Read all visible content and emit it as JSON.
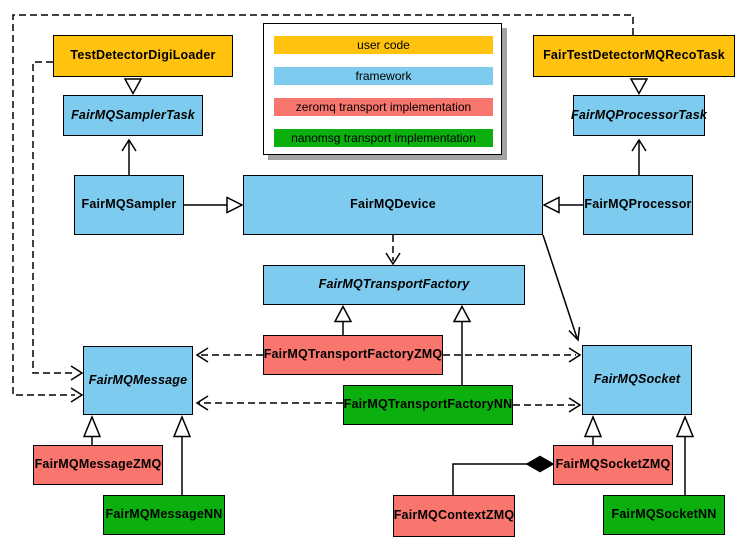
{
  "legend": {
    "items": [
      {
        "label": "user code",
        "color": "#FFC20E",
        "category": "user"
      },
      {
        "label": "framework",
        "color": "#7DCBEE",
        "category": "framework"
      },
      {
        "label": "zeromq transport implementation",
        "color": "#F8766D",
        "category": "zeromq"
      },
      {
        "label": "nanomsg transport implementation",
        "color": "#0BB00F",
        "category": "nanomsg"
      }
    ]
  },
  "nodes": [
    {
      "label": "TestDetectorDigiLoader",
      "category": "user",
      "abstract": false
    },
    {
      "label": "FairTestDetectorMQRecoTask",
      "category": "user",
      "abstract": false
    },
    {
      "label": "FairMQSamplerTask",
      "category": "framework",
      "abstract": true
    },
    {
      "label": "FairMQProcessorTask",
      "category": "framework",
      "abstract": true
    },
    {
      "label": "FairMQSampler",
      "category": "framework",
      "abstract": false
    },
    {
      "label": "FairMQDevice",
      "category": "framework",
      "abstract": false
    },
    {
      "label": "FairMQProcessor",
      "category": "framework",
      "abstract": false
    },
    {
      "label": "FairMQTransportFactory",
      "category": "framework",
      "abstract": true
    },
    {
      "label": "FairMQTransportFactoryZMQ",
      "category": "zeromq",
      "abstract": false
    },
    {
      "label": "FairMQTransportFactoryNN",
      "category": "nanomsg",
      "abstract": false
    },
    {
      "label": "FairMQMessage",
      "category": "framework",
      "abstract": true
    },
    {
      "label": "FairMQSocket",
      "category": "framework",
      "abstract": true
    },
    {
      "label": "FairMQMessageZMQ",
      "category": "zeromq",
      "abstract": false
    },
    {
      "label": "FairMQMessageNN",
      "category": "nanomsg",
      "abstract": false
    },
    {
      "label": "FairMQSocketZMQ",
      "category": "zeromq",
      "abstract": false
    },
    {
      "label": "FairMQSocketNN",
      "category": "nanomsg",
      "abstract": false
    },
    {
      "label": "FairMQContextZMQ",
      "category": "zeromq",
      "abstract": false
    }
  ],
  "edges": [
    {
      "from": "TestDetectorDigiLoader",
      "to": "FairMQSamplerTask",
      "kind": "inheritance-triangle"
    },
    {
      "from": "FairTestDetectorMQRecoTask",
      "to": "FairMQProcessorTask",
      "kind": "inheritance-triangle"
    },
    {
      "from": "FairMQSampler",
      "to": "FairMQSamplerTask",
      "kind": "association-arrow"
    },
    {
      "from": "FairMQProcessor",
      "to": "FairMQProcessorTask",
      "kind": "association-arrow"
    },
    {
      "from": "FairMQSampler",
      "to": "FairMQDevice",
      "kind": "inheritance-triangle"
    },
    {
      "from": "FairMQProcessor",
      "to": "FairMQDevice",
      "kind": "inheritance-triangle"
    },
    {
      "from": "FairMQDevice",
      "to": "FairMQTransportFactory",
      "kind": "dashed-dependency"
    },
    {
      "from": "FairMQDevice",
      "to": "FairMQSocket",
      "kind": "association-arrow"
    },
    {
      "from": "TestDetectorDigiLoader",
      "to": "FairMQMessage",
      "kind": "dashed-dependency"
    },
    {
      "from": "FairTestDetectorMQRecoTask",
      "to": "FairMQMessage",
      "kind": "dashed-dependency"
    },
    {
      "from": "FairMQTransportFactoryZMQ",
      "to": "FairMQTransportFactory",
      "kind": "inheritance-triangle"
    },
    {
      "from": "FairMQTransportFactoryNN",
      "to": "FairMQTransportFactory",
      "kind": "inheritance-triangle"
    },
    {
      "from": "FairMQTransportFactoryZMQ",
      "to": "FairMQMessage",
      "kind": "dashed-dependency"
    },
    {
      "from": "FairMQTransportFactoryZMQ",
      "to": "FairMQSocket",
      "kind": "dashed-dependency"
    },
    {
      "from": "FairMQTransportFactoryNN",
      "to": "FairMQMessage",
      "kind": "dashed-dependency"
    },
    {
      "from": "FairMQTransportFactoryNN",
      "to": "FairMQSocket",
      "kind": "dashed-dependency"
    },
    {
      "from": "FairMQMessageZMQ",
      "to": "FairMQMessage",
      "kind": "inheritance-triangle"
    },
    {
      "from": "FairMQMessageNN",
      "to": "FairMQMessage",
      "kind": "inheritance-triangle"
    },
    {
      "from": "FairMQSocketZMQ",
      "to": "FairMQSocket",
      "kind": "inheritance-triangle"
    },
    {
      "from": "FairMQSocketNN",
      "to": "FairMQSocket",
      "kind": "inheritance-triangle"
    },
    {
      "from": "FairMQContextZMQ",
      "to": "FairMQSocketZMQ",
      "kind": "composition-diamond"
    }
  ]
}
